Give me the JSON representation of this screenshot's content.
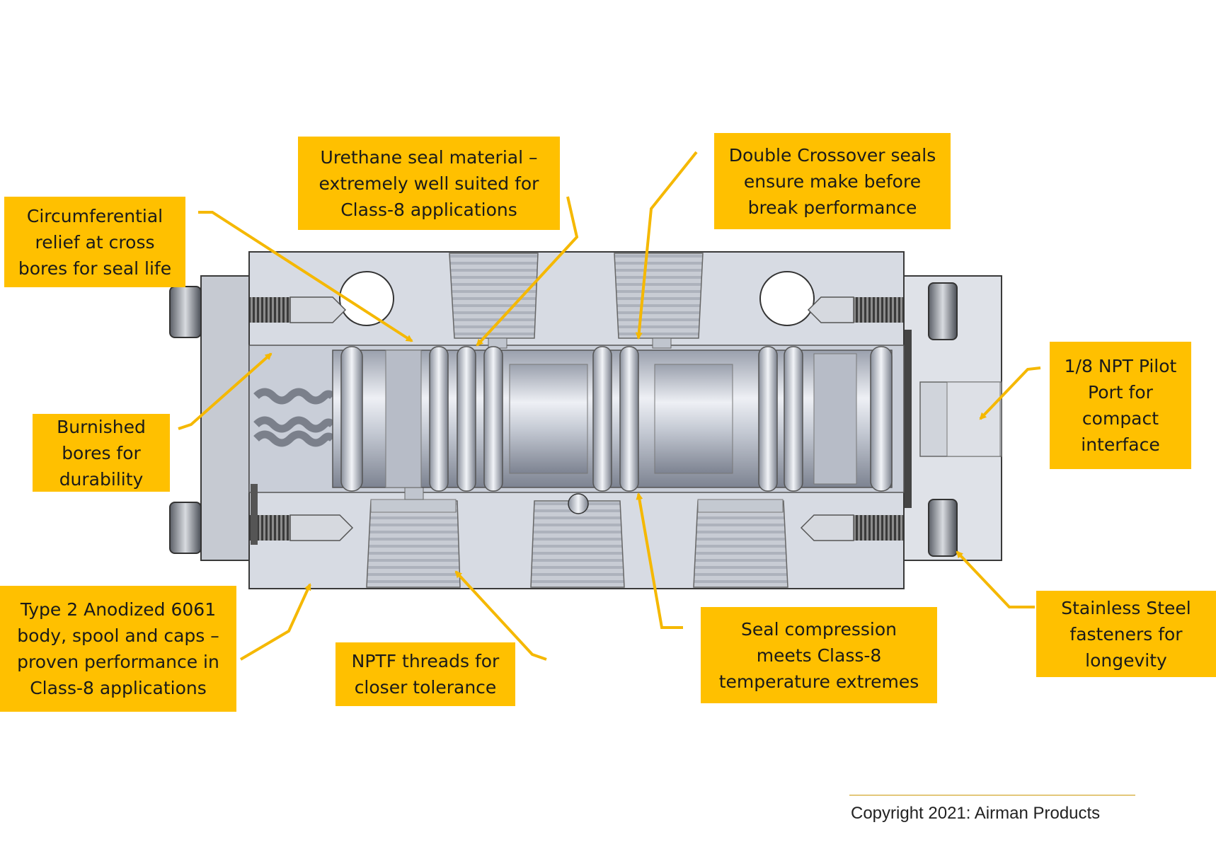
{
  "colors": {
    "accent": "#FFC000",
    "body": "#D7DBE3",
    "body_stroke": "#3a3a3a",
    "arrow": "#F5B800"
  },
  "callouts": {
    "circumferential": [
      "Circumferential",
      "relief at cross",
      "bores for seal life"
    ],
    "urethane": [
      "Urethane seal material –",
      "extremely well suited for",
      "Class-8 applications"
    ],
    "double_crossover": [
      "Double Crossover seals",
      "ensure make before",
      "break performance"
    ],
    "burnished": [
      "Burnished",
      "bores for",
      "durability"
    ],
    "pilot_port": [
      "1/8 NPT Pilot",
      "Port for",
      "compact",
      "interface"
    ],
    "type2": [
      "Type 2 Anodized 6061",
      "body, spool and caps –",
      "proven performance in",
      "Class-8 applications"
    ],
    "nptf": [
      "NPTF threads for",
      "closer tolerance"
    ],
    "seal_compression": [
      "Seal compression",
      "meets Class-8",
      "temperature extremes"
    ],
    "stainless": [
      "Stainless Steel",
      "fasteners for",
      "longevity"
    ]
  },
  "copyright": "Copyright 2021: Airman Products"
}
